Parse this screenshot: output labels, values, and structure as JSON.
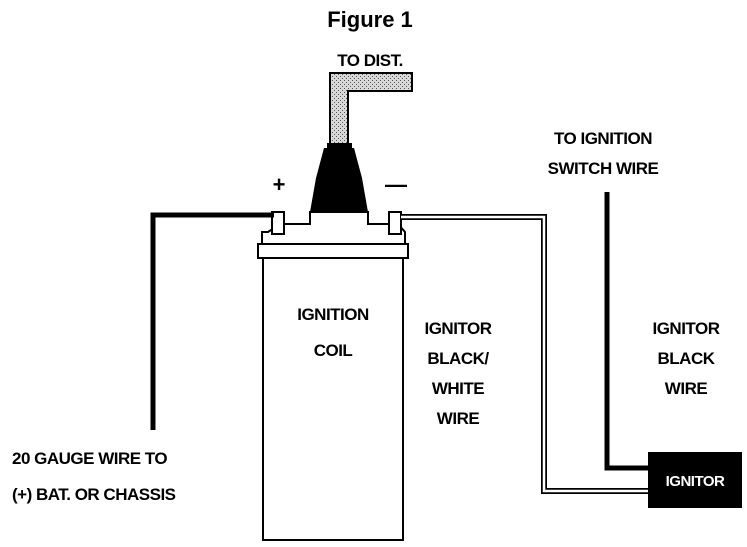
{
  "figure": {
    "title": "Figure 1"
  },
  "labels": {
    "to_dist": "TO DIST.",
    "plus": "+",
    "minus": "—",
    "coil": [
      "IGNITION",
      "COIL"
    ],
    "ignitor_bw_wire": [
      "IGNITOR",
      "BLACK/",
      "WHITE",
      "WIRE"
    ],
    "ignitor_black_wire": [
      "IGNITOR",
      "BLACK",
      "WIRE"
    ],
    "ignition_switch": [
      "TO IGNITION",
      "SWITCH WIRE"
    ],
    "gauge_wire": [
      "20 GAUGE WIRE TO",
      "(+) BAT. OR CHASSIS"
    ],
    "ignitor_box": "IGNITOR"
  }
}
